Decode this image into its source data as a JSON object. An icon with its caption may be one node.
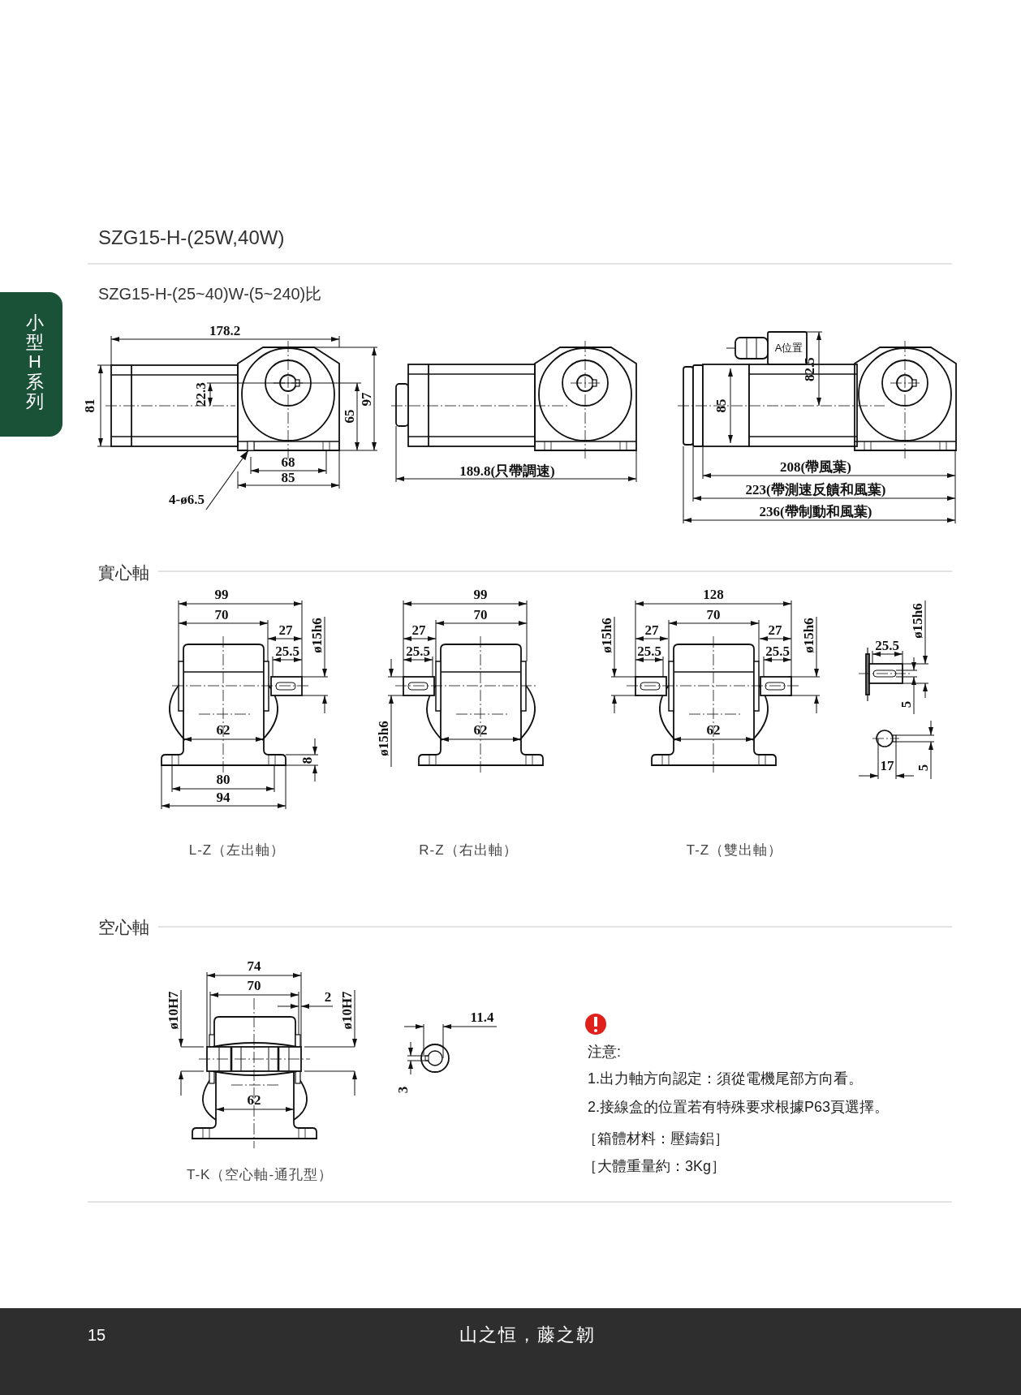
{
  "diagram": {
    "title": "SZG15-H-(25W,40W)",
    "nodes": [
      {
        "text": [
          "4-ø6.5"
        ]
      },
      {
        "text": [],
        "shape": "box"
      }
    ],
    "edges": [
      {
        "from": 0,
        "to": 1,
        "arrow": "to"
      }
    ],
    "labels": [
      "SZG15-H-(25~40)W-(5~240)比",
      "178.2",
      "81",
      "22.3",
      "65",
      "97",
      "68",
      "85",
      "189.8(只帶調速)",
      "A位置",
      "85",
      "82.5",
      "208(帶風葉)",
      "223(帶測速反饋和風葉)",
      "236(帶制動和風葉)",
      "實心軸",
      "99",
      "70",
      "27",
      "25.5",
      "ø15h6",
      "62",
      "8",
      "80",
      "94",
      "99",
      "70",
      "27",
      "25.5",
      "ø15h6",
      "62",
      "128",
      "70",
      "ø15h6",
      "27",
      "27",
      "ø15h6",
      "25.5",
      "25.5",
      "62",
      "25.5",
      "ø15h6",
      "5",
      "17",
      "5",
      "L-Z（左出軸）",
      "R-Z（右出軸）",
      "T-Z（雙出軸）",
      "空心軸",
      "74",
      "70",
      "2",
      "ø10H7",
      "ø10H7",
      "62",
      "11.4",
      "3",
      "T-K（空心軸-通孔型）",
      "注意:",
      "1.出力軸方向認定：須從電機尾部方向看。",
      "2.接線盒的位置若有特殊要求根據P63頁選擇。",
      "［箱體材料：壓鑄鋁］",
      "［大體重量約：3Kg］",
      "15",
      "山之恒，藤之韌",
      "小型H系列"
    ]
  }
}
